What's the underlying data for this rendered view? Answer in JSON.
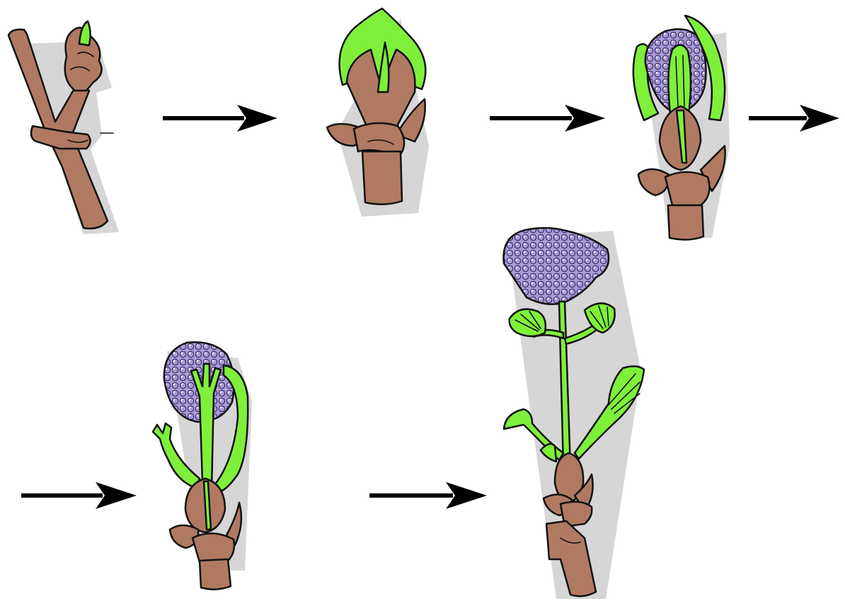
{
  "colors": {
    "stem": "#b07a62",
    "leaf": "#7ef03a",
    "flower": "#aa9ad8",
    "flower_dot": "#ffffff",
    "arrow": "#000000",
    "shadow": "#d6d6d6"
  },
  "stages": [
    {
      "id": "stage-1",
      "icon": "dormant-bud-icon"
    },
    {
      "id": "stage-2",
      "icon": "bud-break-icon"
    },
    {
      "id": "stage-3",
      "icon": "cluster-emerging-icon"
    },
    {
      "id": "stage-4",
      "icon": "leaves-unfolding-icon"
    },
    {
      "id": "stage-5",
      "icon": "full-bloom-shoot-icon"
    }
  ],
  "arrows": [
    {
      "id": "arrow-1"
    },
    {
      "id": "arrow-2"
    },
    {
      "id": "arrow-3"
    },
    {
      "id": "arrow-4"
    },
    {
      "id": "arrow-5"
    }
  ]
}
